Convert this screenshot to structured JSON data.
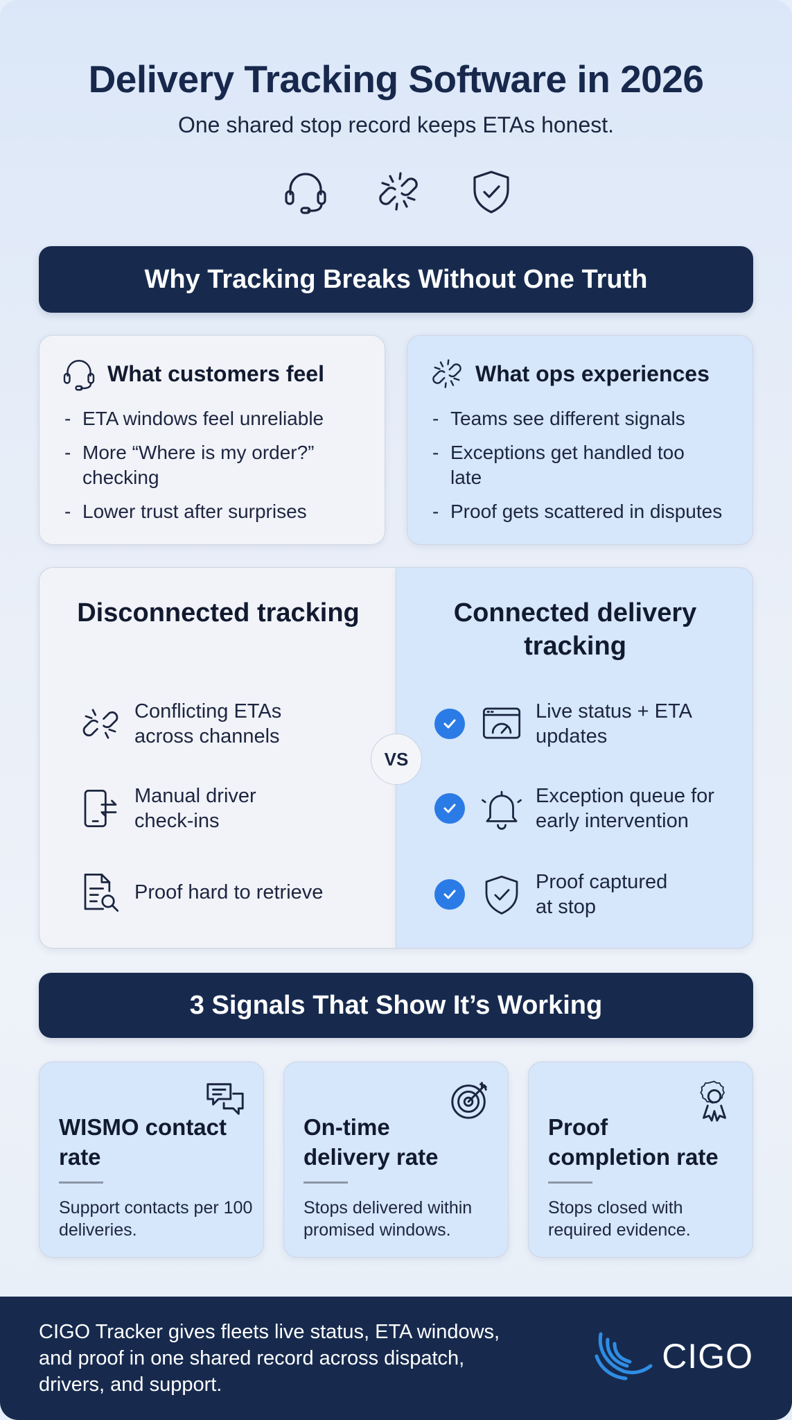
{
  "header": {
    "title": "Delivery Tracking Software in 2026",
    "subtitle": "One shared stop record keeps ETAs honest.",
    "icons": [
      "headset-icon",
      "broken-link-icon",
      "shield-check-icon"
    ]
  },
  "section1": {
    "banner": "Why Tracking Breaks Without One Truth",
    "customers": {
      "title": "What customers feel",
      "icon": "headset-icon",
      "bullets": [
        "ETA windows feel unreliable",
        "More “Where is my order?” checking",
        "Lower trust after surprises"
      ]
    },
    "ops": {
      "title": "What ops experiences",
      "icon": "broken-link-icon",
      "bullets": [
        "Teams see different signals",
        "Exceptions get handled too late",
        "Proof gets scattered in disputes"
      ]
    }
  },
  "comparison": {
    "vs": "VS",
    "disconnected": {
      "title": "Disconnected tracking",
      "items": [
        {
          "icon": "broken-link-icon",
          "text": "Conflicting ETAs across channels"
        },
        {
          "icon": "phone-checkin-icon",
          "text": "Manual driver check-ins"
        },
        {
          "icon": "document-search-icon",
          "text": "Proof hard to retrieve"
        }
      ]
    },
    "connected": {
      "title": "Connected delivery tracking",
      "items": [
        {
          "icon": "dashboard-gauge-icon",
          "text": "Live status + ETA updates"
        },
        {
          "icon": "bell-icon",
          "text": "Exception queue for early intervention"
        },
        {
          "icon": "shield-check-icon",
          "text": "Proof captured at stop"
        }
      ]
    }
  },
  "section2": {
    "banner": "3 Signals That Show It’s Working",
    "metrics": [
      {
        "title": "WISMO contact rate",
        "desc": "Support contacts per 100 deliveries.",
        "icon": "chat-bubbles-icon"
      },
      {
        "title": "On-time delivery rate",
        "desc": "Stops delivered within promised windows.",
        "icon": "target-icon"
      },
      {
        "title": "Proof completion rate",
        "desc": "Stops closed with required evidence.",
        "icon": "award-badge-icon"
      }
    ]
  },
  "footer": {
    "text": "CIGO Tracker gives fleets live status, ETA windows, and proof in one shared record across dispatch, drivers, and support.",
    "logo_text": "CIGO"
  },
  "colors": {
    "navy": "#172a4e",
    "accent_blue": "#2b7be6",
    "card_blue": "#d6e6fb",
    "card_light": "#f1f3f8",
    "logo_blue": "#2f8de4"
  }
}
